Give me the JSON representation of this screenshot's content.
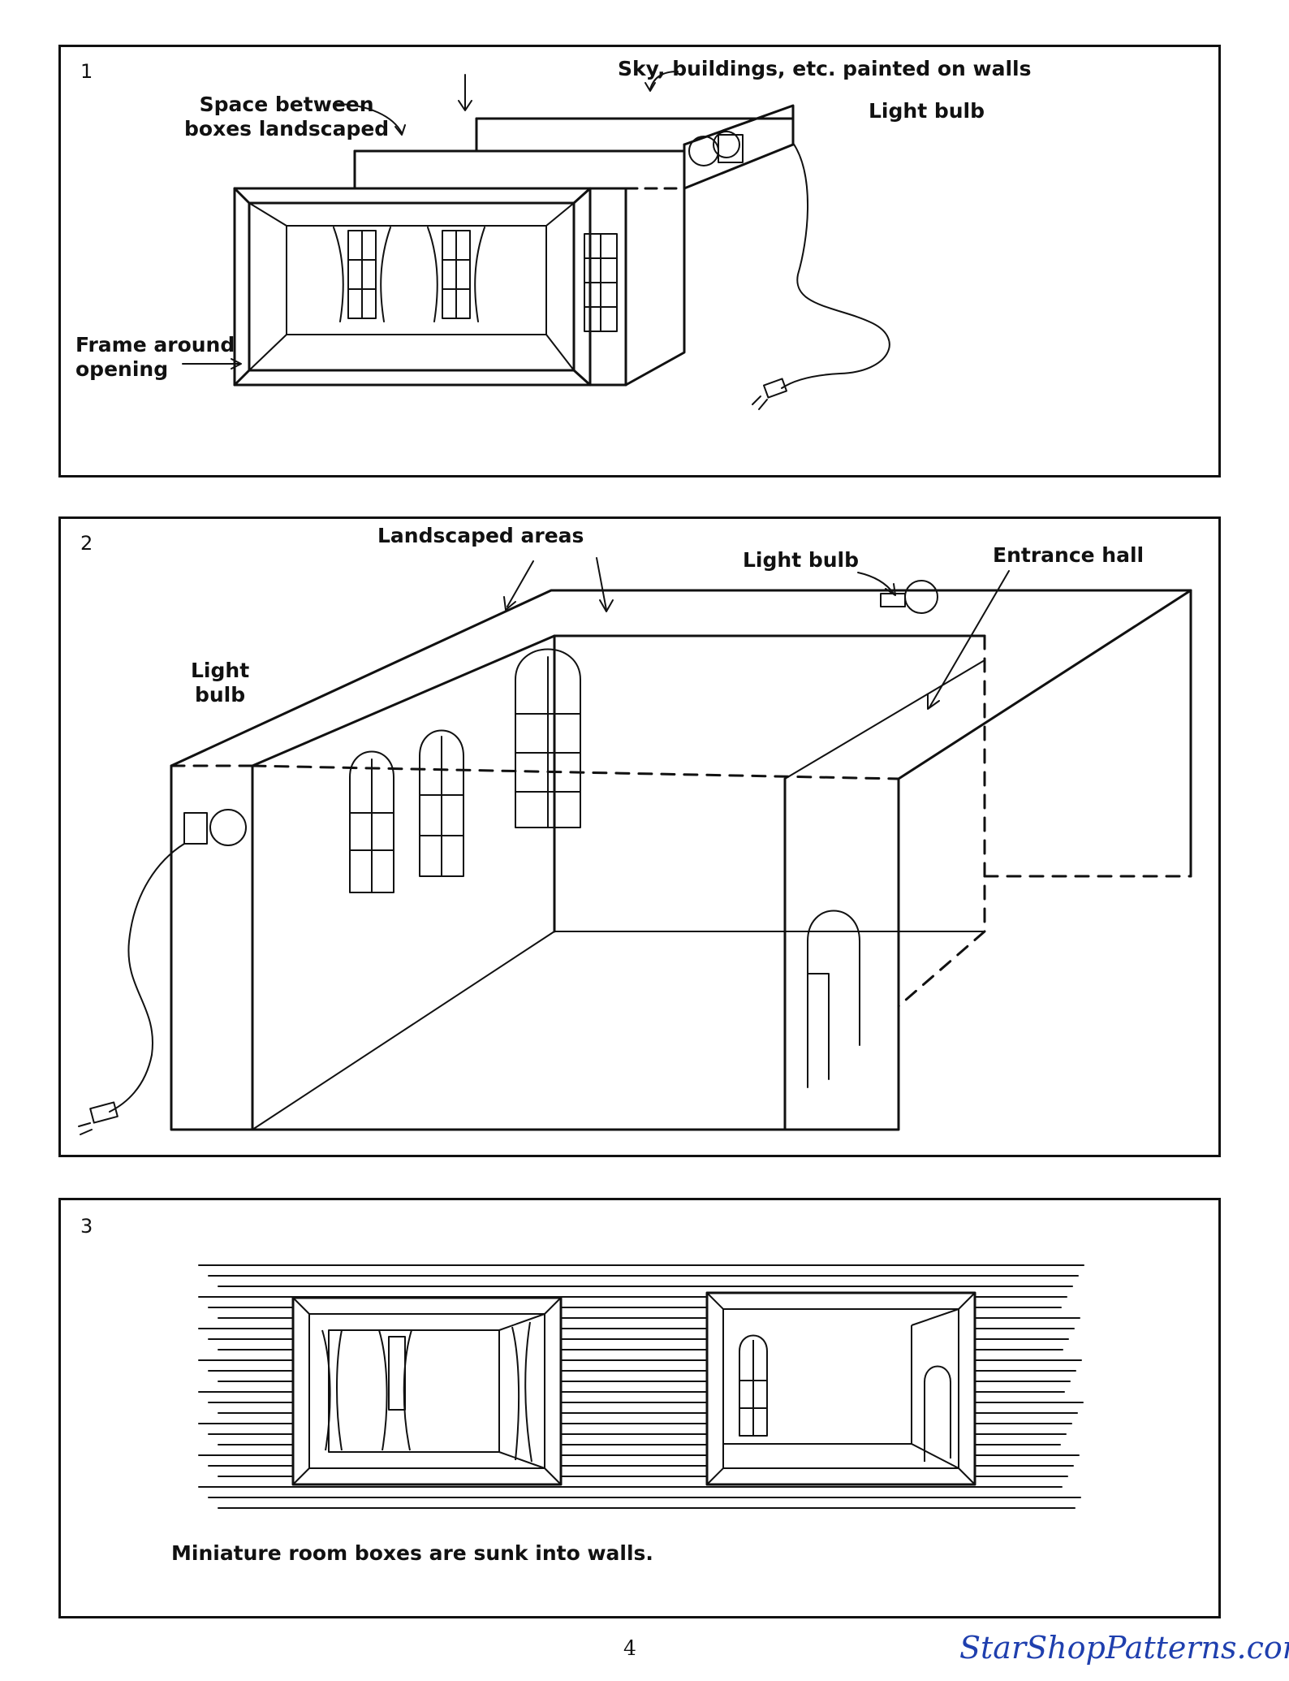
{
  "panel1": {
    "number": "1",
    "labels": {
      "sky": "Sky, buildings, etc. painted on walls",
      "space_line1": "Space between",
      "space_line2": "boxes landscaped",
      "light_bulb": "Light bulb",
      "frame_line1": "Frame around",
      "frame_line2": "opening"
    }
  },
  "panel2": {
    "number": "2",
    "labels": {
      "landscaped": "Landscaped areas",
      "light_bulb_top": "Light bulb",
      "entrance": "Entrance hall",
      "light_bulb_left_line1": "Light",
      "light_bulb_left_line2": "bulb"
    }
  },
  "panel3": {
    "number": "3",
    "caption": "Miniature room boxes are sunk into walls."
  },
  "footer": {
    "page_number": "4",
    "site": "StarShopPatterns.com"
  },
  "colors": {
    "ink": "#111111",
    "site_link": "#1f3fae"
  }
}
